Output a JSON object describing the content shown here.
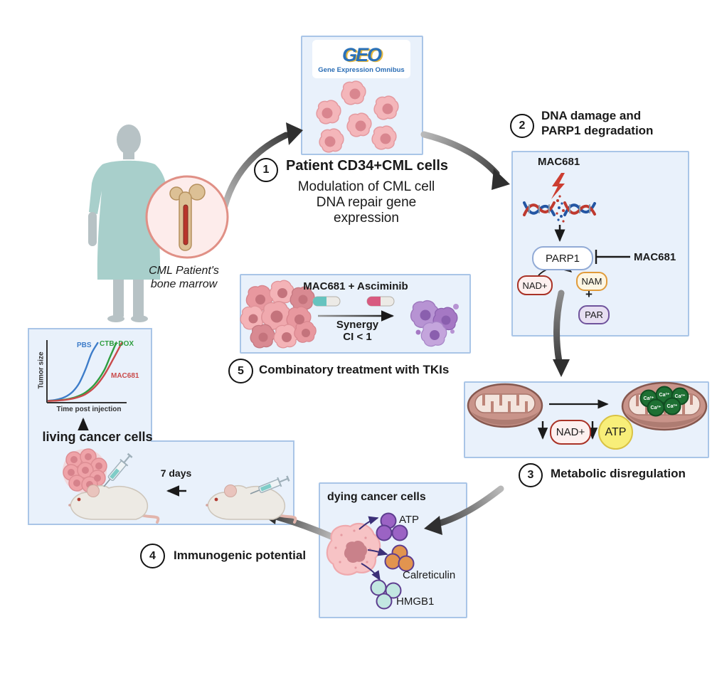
{
  "step1": {
    "number": "1",
    "label": "Patient CD34+CML cells",
    "desc_line1": "Modulation of CML cell",
    "desc_line2": "DNA repair gene",
    "desc_line3": "expression"
  },
  "geo": {
    "logo": "GEO",
    "subtitle": "Gene Expression Omnibus"
  },
  "patient": {
    "caption_line1": "CML Patient's",
    "caption_line2": "bone marrow"
  },
  "step2": {
    "number": "2",
    "title_line1": "DNA damage and",
    "title_line2": "PARP1 degradation",
    "drug_top": "MAC681",
    "parp1": "PARP1",
    "inhibitor": "MAC681",
    "nad": "NAD+",
    "nam": "NAM",
    "plus": "+",
    "par": "PAR"
  },
  "step3": {
    "number": "3",
    "title": "Metabolic disregulation",
    "nad": "NAD+",
    "atp": "ATP",
    "ca": "Ca²⁺"
  },
  "step4": {
    "number": "4",
    "title": "Immunogenic potential",
    "box_title": "dying cancer cells",
    "molecule_atp": "ATP",
    "molecule_cal": "Calreticulin",
    "molecule_hmgb1": "HMGB1"
  },
  "step5": {
    "number": "5",
    "title": "Combinatory treatment with TKIs",
    "treatment": "MAC681 + Asciminib",
    "synergy": "Synergy",
    "ci": "CI < 1"
  },
  "mouse_panel": {
    "title": "living cancer cells",
    "interval": "7 days"
  },
  "chart_data": {
    "type": "line",
    "xlabel": "Time post injection",
    "ylabel": "Tumor size",
    "xlim": [
      0,
      6
    ],
    "ylim": [
      0,
      10
    ],
    "grid": false,
    "legend_position": "inline-labels",
    "series": [
      {
        "name": "PBS",
        "color": "#3d7cc9",
        "x": [
          0,
          0.5,
          1,
          1.5,
          2,
          2.5,
          3,
          3.5,
          4
        ],
        "y": [
          0.1,
          0.2,
          0.45,
          0.9,
          1.7,
          3.1,
          5.4,
          8.2,
          10
        ]
      },
      {
        "name": "CTB+DOX",
        "color": "#2f9e3f",
        "x": [
          0,
          0.75,
          1.5,
          2.25,
          3,
          3.75,
          4.5,
          5,
          5.5
        ],
        "y": [
          0.05,
          0.15,
          0.35,
          0.75,
          1.5,
          2.9,
          5.2,
          7.6,
          10
        ]
      },
      {
        "name": "MAC681",
        "color": "#c94b4b",
        "x": [
          0,
          0.75,
          1.5,
          2.25,
          3,
          3.75,
          4.5,
          5.25,
          5.95
        ],
        "y": [
          0.05,
          0.12,
          0.28,
          0.6,
          1.2,
          2.4,
          4.4,
          7.2,
          10
        ]
      }
    ]
  }
}
